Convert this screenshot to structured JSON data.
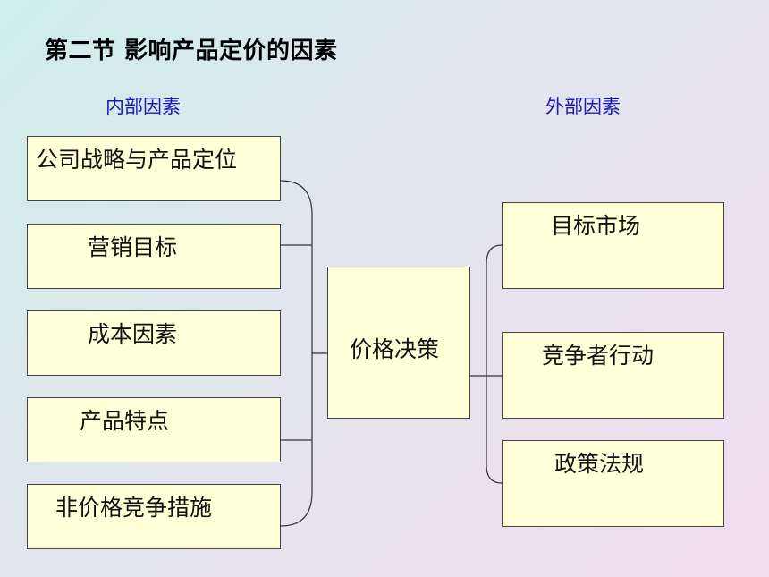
{
  "title": "第二节  影响产品定价的因素",
  "internal_label": "内部因素",
  "external_label": "外部因素",
  "internal_factors": [
    "公司战略与产品定位",
    "营销目标",
    "成本因素",
    "产品特点",
    "非价格竞争措施"
  ],
  "center": "价格决策",
  "external_factors": [
    "目标市场",
    "竞争者行动",
    "政策法规"
  ],
  "colors": {
    "box_fill": "#ffffd8",
    "label_blue": "#1a1ab8",
    "line": "#333333"
  }
}
